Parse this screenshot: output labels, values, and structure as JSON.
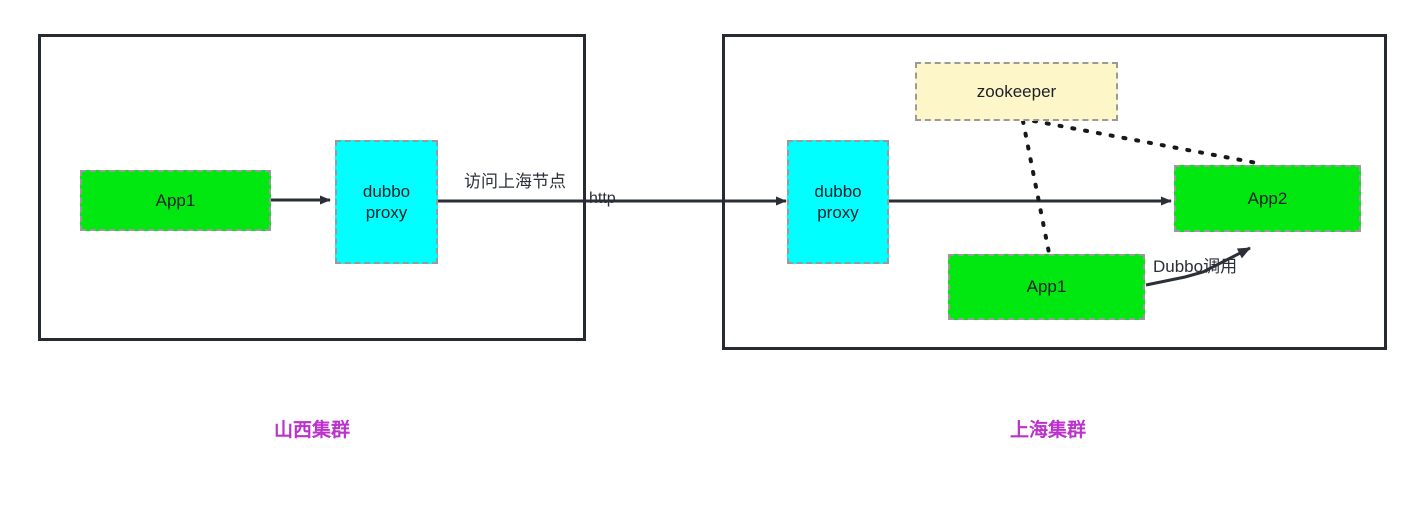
{
  "diagram": {
    "title": "Dubbo cross-cluster access architecture",
    "background_color": "#ffffff",
    "panel_border_color": "#262a33",
    "colors": {
      "app_green": "#00e810",
      "proxy_cyan": "#00ffff",
      "zookeeper_yellow": "#fdf6c8",
      "node_border": "#9a9a9a",
      "line": "#2b2f38",
      "caption_purple": "#bb33cc"
    }
  },
  "clusters": [
    {
      "id": "shanxi",
      "caption": "山西集群",
      "nodes": [
        {
          "id": "shanxi-app1",
          "label": "App1",
          "type": "app"
        },
        {
          "id": "shanxi-dubbo-proxy",
          "label": "dubbo\nproxy",
          "type": "proxy"
        }
      ]
    },
    {
      "id": "shanghai",
      "caption": "上海集群",
      "nodes": [
        {
          "id": "shanghai-dubbo-proxy",
          "label": "dubbo\nproxy",
          "type": "proxy"
        },
        {
          "id": "shanghai-zookeeper",
          "label": "zookeeper",
          "type": "registry"
        },
        {
          "id": "shanghai-app1",
          "label": "App1",
          "type": "app"
        },
        {
          "id": "shanghai-app2",
          "label": "App2",
          "type": "app"
        }
      ]
    }
  ],
  "edges": [
    {
      "id": "app1-to-proxy",
      "from": "shanxi-app1",
      "to": "shanxi-dubbo-proxy",
      "label": "",
      "style": "solid-arrow"
    },
    {
      "id": "cross-cluster-http",
      "from": "shanxi-dubbo-proxy",
      "to": "shanghai-dubbo-proxy",
      "label_above": "访问上海节点",
      "label_inline": "http",
      "style": "solid-arrow"
    },
    {
      "id": "proxy-to-app2",
      "from": "shanghai-dubbo-proxy",
      "to": "shanghai-app2",
      "label": "",
      "style": "solid-arrow"
    },
    {
      "id": "zk-register-app1",
      "from": "shanghai-zookeeper",
      "to": "shanghai-app1",
      "label": "",
      "style": "dotted"
    },
    {
      "id": "zk-register-app2",
      "from": "shanghai-zookeeper",
      "to": "shanghai-app2",
      "label": "",
      "style": "dotted"
    },
    {
      "id": "app1-dubbo-call-app2",
      "from": "shanghai-app1",
      "to": "shanghai-app2",
      "label": "Dubbo调用",
      "style": "solid-arrow"
    }
  ]
}
